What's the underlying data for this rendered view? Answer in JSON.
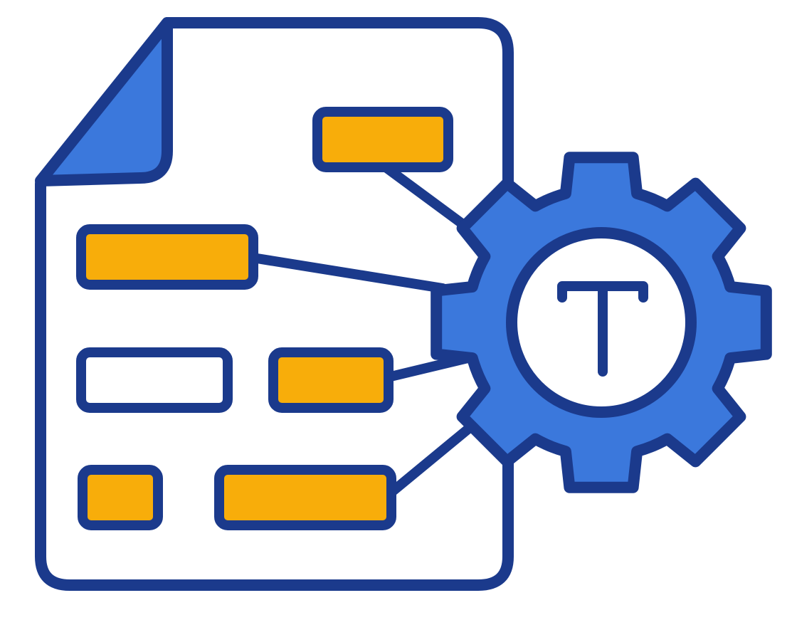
{
  "icon": {
    "name": "text-extraction-document-gear-icon",
    "glyph": "T"
  },
  "colors": {
    "outline": "#1b3a8c",
    "paper": "#ffffff",
    "fold": "#3b78dc",
    "field_fill": "#f8ad0a",
    "empty_field": "#ffffff",
    "gear": "#3b78dc",
    "gear_hub": "#ffffff"
  },
  "fields": [
    {
      "name": "field-top-right",
      "filled": true
    },
    {
      "name": "field-row1",
      "filled": true
    },
    {
      "name": "field-row2-left",
      "filled": false
    },
    {
      "name": "field-row2-right",
      "filled": true
    },
    {
      "name": "field-row3-small",
      "filled": true
    },
    {
      "name": "field-row3-wide",
      "filled": true
    }
  ]
}
